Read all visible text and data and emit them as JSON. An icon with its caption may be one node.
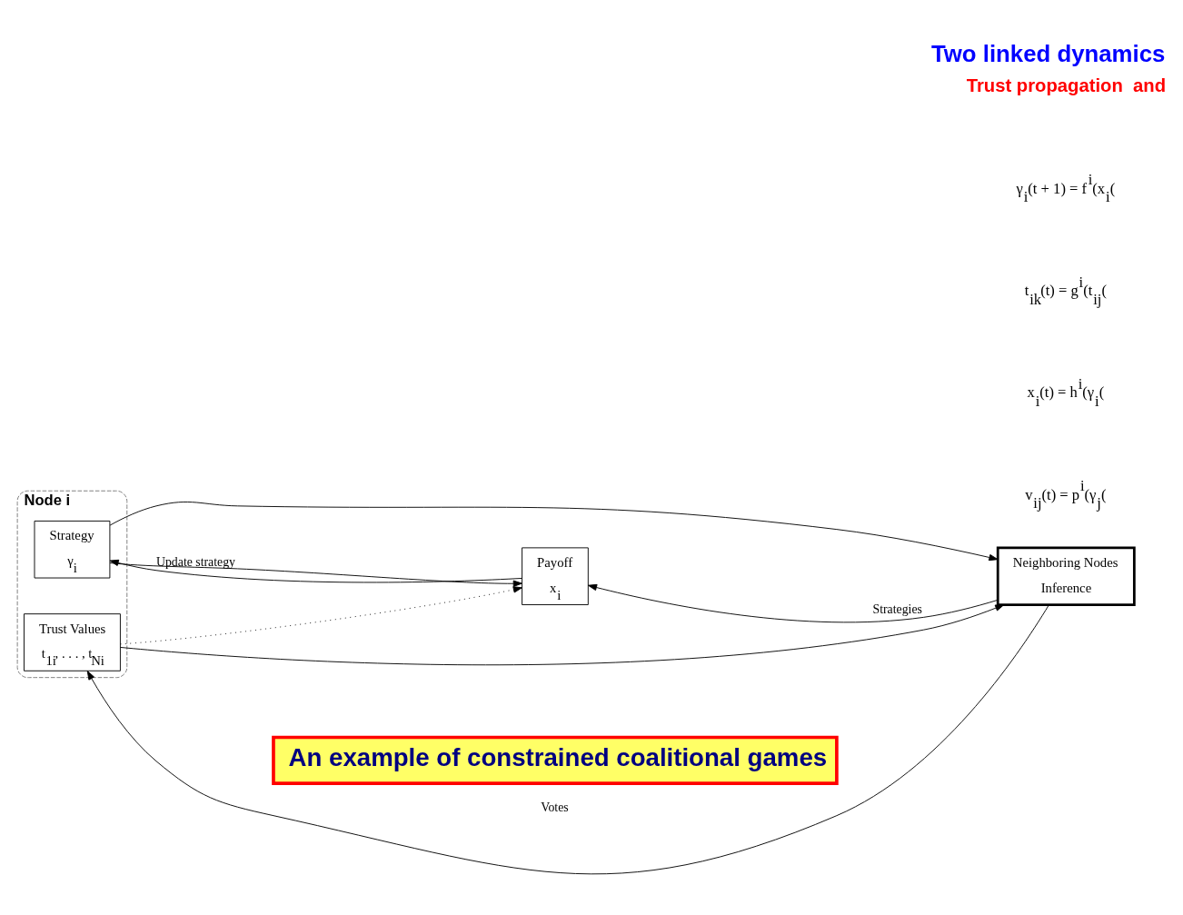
{
  "diagram": {
    "title": "Two linked dynamics",
    "nodes": [
      {
        "text": [
          "Node i"
        ]
      },
      {
        "text": [
          "Strategy",
          "γ$_{i}$"
        ],
        "in": 0
      },
      {
        "text": [
          "Payoff",
          "x$_{i}$"
        ]
      },
      {
        "text": [
          "Trust Values",
          "t$_{1i}$, . . . , t$_{Ni}$"
        ],
        "in": 0
      },
      {
        "text": [
          "Neighboring Nodes",
          "Inference"
        ]
      },
      {
        "text": [
          "An example of constrained coalitional games"
        ]
      }
    ],
    "edges": [
      {
        "from": 1,
        "to": 4,
        "arrow": "to"
      },
      {
        "from": 2,
        "to": 1,
        "arrow": "to",
        "label": "Update strategy"
      },
      {
        "from": 1,
        "to": 2,
        "arrow": "to"
      },
      {
        "from": 4,
        "to": 2,
        "arrow": "to",
        "label": "Strategies"
      },
      {
        "from": 3,
        "to": 2,
        "arrow": "to",
        "style": "dashed"
      },
      {
        "from": 4,
        "to": 3,
        "arrow": "to",
        "label": "Votes"
      },
      {
        "from": 3,
        "to": 4,
        "arrow": "to"
      }
    ],
    "labels": [
      "Trust propagation  and",
      "γ$_{i}$(t + 1) = f$^{i}$(x$_{i}$(",
      "t$_{ik}$(t) = g$^{i}$(t$_{ij}$(",
      "x$_{i}$(t) = h$^{i}$(γ$_{i}$(",
      "v$_{ij}$(t) = p$^{i}$(γ$_{j}$("
    ]
  }
}
